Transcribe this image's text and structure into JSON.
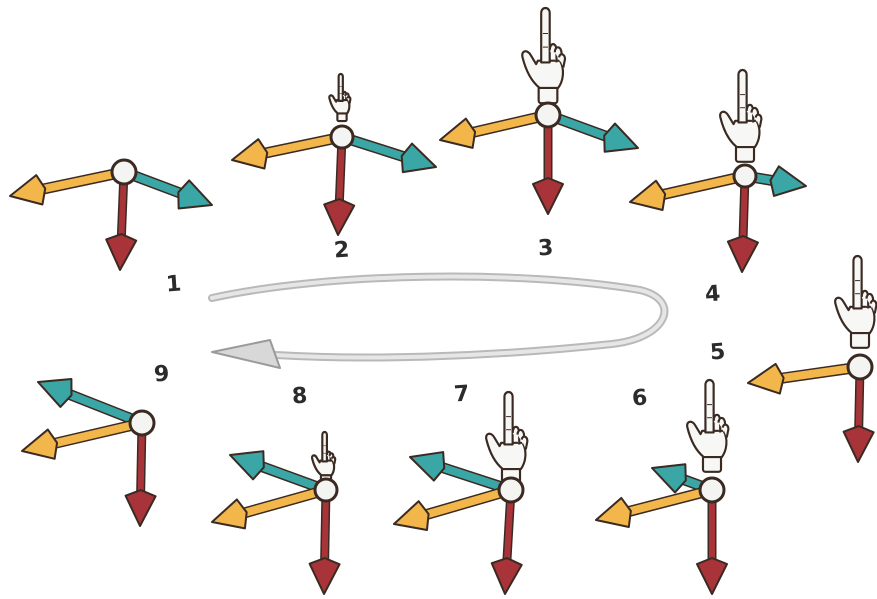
{
  "colors": {
    "x_axis": "#f2b64a",
    "y_axis": "#3aa6a6",
    "z_axis": "#a8343a",
    "outline": "#3a2a22",
    "path": "#c9c9c9",
    "hand_fill": "#f7f7f5"
  },
  "steps": [
    {
      "label": "1",
      "hand": "none",
      "y_dir": "right-down"
    },
    {
      "label": "2",
      "hand": "small",
      "y_dir": "right-down"
    },
    {
      "label": "3",
      "hand": "large",
      "y_dir": "right-down"
    },
    {
      "label": "4",
      "hand": "large",
      "y_dir": "right-short"
    },
    {
      "label": "5",
      "hand": "large",
      "y_dir": "hidden"
    },
    {
      "label": "6",
      "hand": "large",
      "y_dir": "left-short"
    },
    {
      "label": "7",
      "hand": "large",
      "y_dir": "left-up"
    },
    {
      "label": "8",
      "hand": "small",
      "y_dir": "left-up"
    },
    {
      "label": "9",
      "hand": "none",
      "y_dir": "left-up"
    }
  ]
}
